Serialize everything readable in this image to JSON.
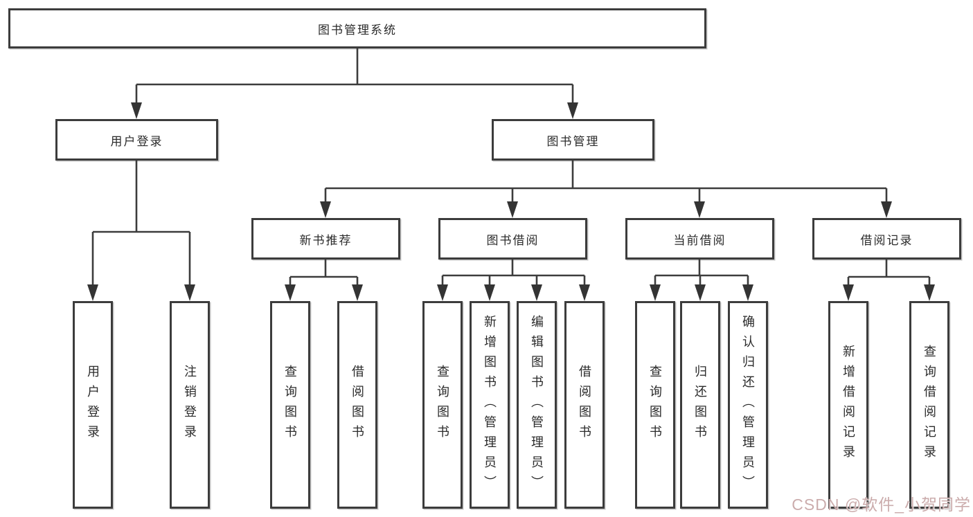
{
  "diagram": {
    "type": "hierarchy-tree",
    "title": "图书管理系统"
  },
  "tree": {
    "label": "图书管理系统",
    "children": [
      {
        "label": "用户登录",
        "children": [
          {
            "label": "用户登录"
          },
          {
            "label": "注销登录"
          }
        ]
      },
      {
        "label": "图书管理",
        "children": [
          {
            "label": "新书推荐",
            "children": [
              {
                "label": "查询图书"
              },
              {
                "label": "借阅图书"
              }
            ]
          },
          {
            "label": "图书借阅",
            "children": [
              {
                "label": "查询图书"
              },
              {
                "label": "新增图书（管理员）"
              },
              {
                "label": "编辑图书（管理员）"
              },
              {
                "label": "借阅图书"
              }
            ]
          },
          {
            "label": "当前借阅",
            "children": [
              {
                "label": "查询图书"
              },
              {
                "label": "归还图书"
              },
              {
                "label": "确认归还（管理员）"
              }
            ]
          },
          {
            "label": "借阅记录",
            "children": [
              {
                "label": "新增借阅记录"
              },
              {
                "label": "查询借阅记录"
              }
            ]
          }
        ]
      }
    ]
  },
  "watermark": "CSDN @软件_小贺同学",
  "colors": {
    "line": "#3c3c3c",
    "box_border": "#3c3c3c",
    "text": "#2b2b2b",
    "background": "#ffffff",
    "watermark": "#c9a8a8"
  }
}
